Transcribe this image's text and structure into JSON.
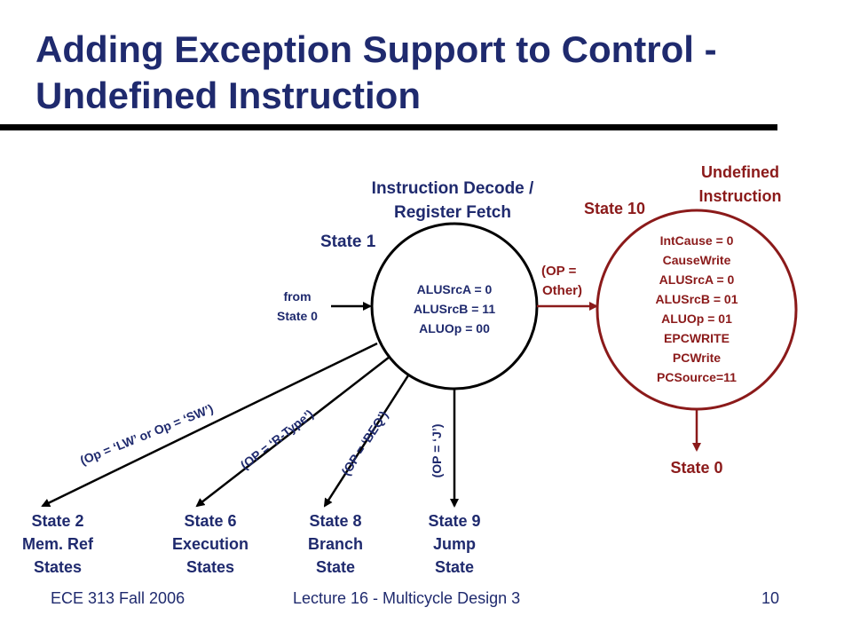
{
  "slide": {
    "title_line1": "Adding Exception Support to Control -",
    "title_line2": "Undefined Instruction"
  },
  "state1": {
    "heading_line1": "Instruction Decode /",
    "heading_line2": "Register Fetch",
    "label": "State 1",
    "lines": [
      "ALUSrcA = 0",
      "ALUSrcB = 11",
      "ALUOp = 00"
    ]
  },
  "incoming": {
    "line1": "from",
    "line2": "State 0"
  },
  "state10": {
    "heading_line1": "Undefined",
    "heading_line2": "Instruction",
    "label": "State 10",
    "lines": [
      "IntCause = 0",
      "CauseWrite",
      "ALUSrcA = 0",
      "ALUSrcB = 01",
      "ALUOp = 01",
      "EPCWRITE",
      "PCWrite",
      "PCSource=11"
    ],
    "next": "State 0"
  },
  "transitions": {
    "other_line1": "(OP =",
    "other_line2": "Other)",
    "mem": "(Op = ‘LW’ or Op = ‘SW’)",
    "rtype": "(OP = ‘R-Type’)",
    "beq": "(OP = ‘BEQ’)",
    "jump": "(OP = ‘J’)"
  },
  "targets": {
    "state2": [
      "State 2",
      "Mem. Ref",
      "States"
    ],
    "state6": [
      "State 6",
      "Execution",
      "States"
    ],
    "state8": [
      "State 8",
      "Branch",
      "State"
    ],
    "state9": [
      "State 9",
      "Jump",
      "State"
    ]
  },
  "footer": {
    "course": "ECE 313 Fall 2006",
    "lecture": "Lecture 16 - Multicycle Design 3",
    "page": "10"
  },
  "colors": {
    "title": "#1f2a6e",
    "exception": "#8b1a1a",
    "normal": "#000000"
  }
}
